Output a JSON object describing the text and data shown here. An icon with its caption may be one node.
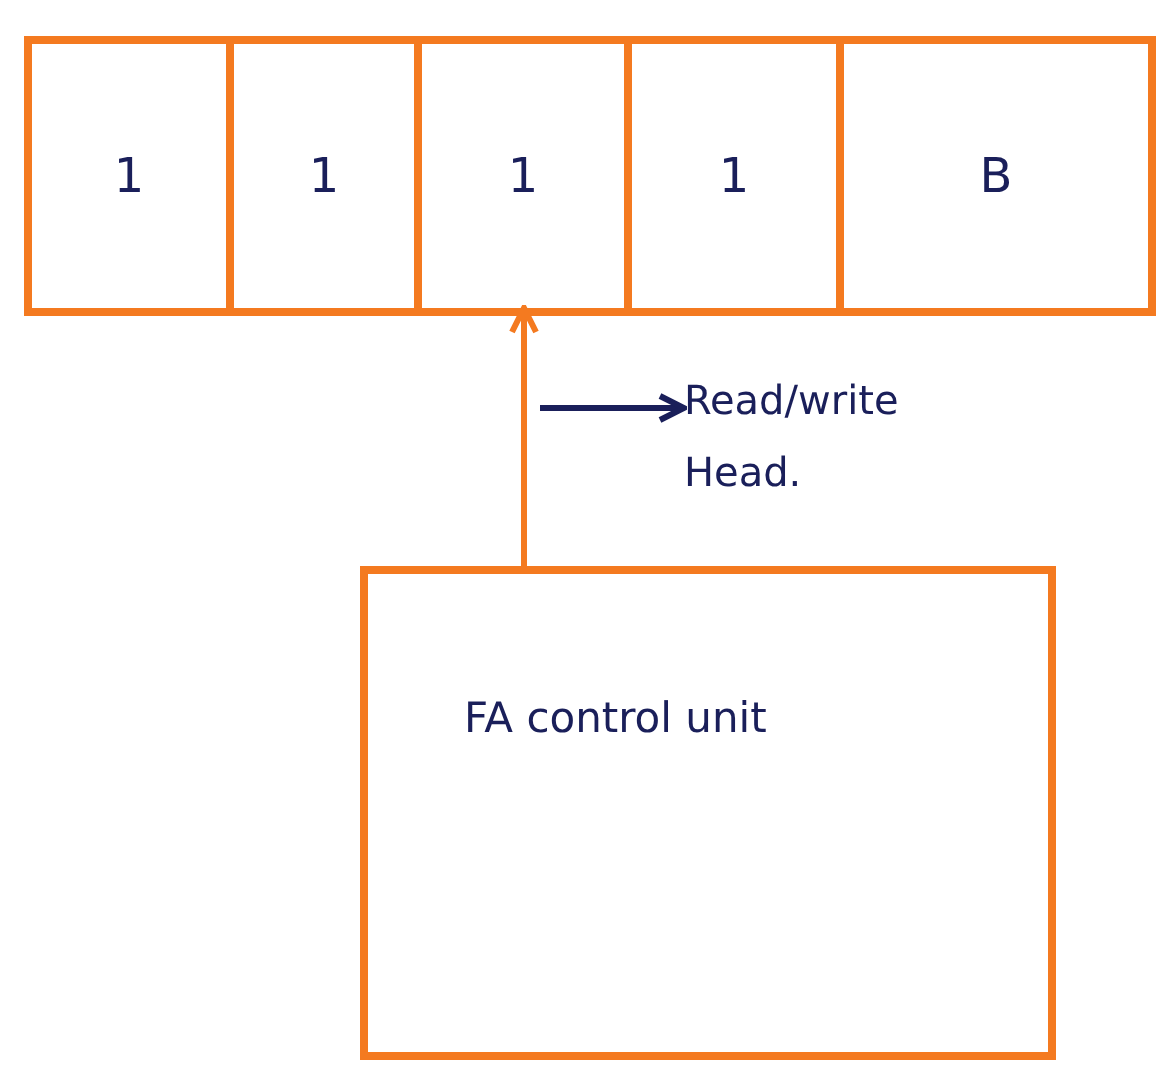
{
  "diagram": {
    "nodes": [
      {
        "text": [],
        "shape": "bar"
      },
      {
        "text": [
          "1"
        ],
        "in": 0
      },
      {
        "text": [
          "1"
        ],
        "in": 0
      },
      {
        "text": [
          "1"
        ],
        "in": 0
      },
      {
        "text": [
          "1"
        ],
        "in": 0
      },
      {
        "text": [
          "B"
        ],
        "in": 0
      },
      {
        "text": [
          "Read/write Head."
        ]
      },
      {
        "text": [
          "FA control unit"
        ]
      }
    ],
    "edges": [
      {
        "from": 7,
        "to": 3,
        "arrow": "to"
      },
      {
        "from": null,
        "to": 6,
        "arrow": "to",
        "color": "#1a1f5a"
      }
    ]
  }
}
